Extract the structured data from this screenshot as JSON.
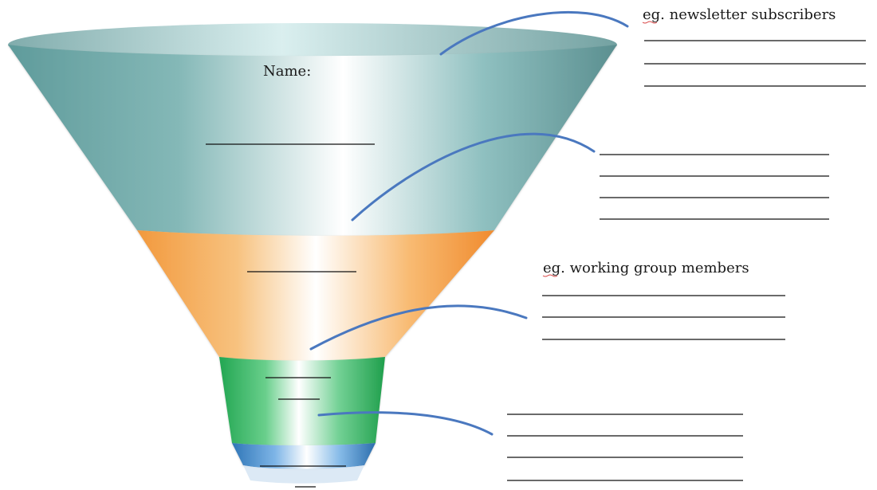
{
  "funnel": {
    "top_label": "Name:",
    "stages": [
      {
        "name": "top",
        "color": "#6fa5a4"
      },
      {
        "name": "orange",
        "color": "#f5a54a"
      },
      {
        "name": "green",
        "color": "#28b35b"
      },
      {
        "name": "blue",
        "color": "#3f86c6"
      }
    ]
  },
  "callouts": [
    {
      "title": "eg. newsletter subscribers"
    },
    {
      "title": ""
    },
    {
      "title": "eg. working group members"
    },
    {
      "title": ""
    }
  ],
  "ui": {
    "accent": "#4a78bf",
    "line_color": "#111111"
  }
}
